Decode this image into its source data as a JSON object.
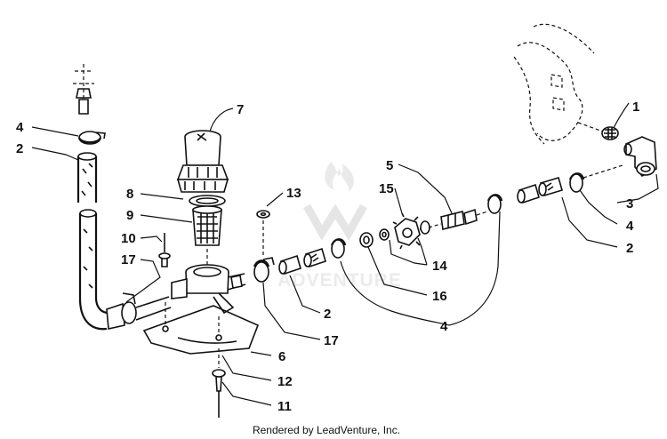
{
  "diagram": {
    "callouts": [
      {
        "id": "c1",
        "text": "1"
      },
      {
        "id": "c2a",
        "text": "2"
      },
      {
        "id": "c2b",
        "text": "2"
      },
      {
        "id": "c2c",
        "text": "2"
      },
      {
        "id": "c3",
        "text": "3"
      },
      {
        "id": "c4a",
        "text": "4"
      },
      {
        "id": "c4b",
        "text": "4"
      },
      {
        "id": "c4c",
        "text": "4"
      },
      {
        "id": "c5",
        "text": "5"
      },
      {
        "id": "c6",
        "text": "6"
      },
      {
        "id": "c7",
        "text": "7"
      },
      {
        "id": "c8",
        "text": "8"
      },
      {
        "id": "c9",
        "text": "9"
      },
      {
        "id": "c10",
        "text": "10"
      },
      {
        "id": "c11",
        "text": "11"
      },
      {
        "id": "c12",
        "text": "12"
      },
      {
        "id": "c13",
        "text": "13"
      },
      {
        "id": "c14",
        "text": "14"
      },
      {
        "id": "c15",
        "text": "15"
      },
      {
        "id": "c16",
        "text": "16"
      },
      {
        "id": "c17a",
        "text": "17"
      },
      {
        "id": "c17b",
        "text": "17"
      }
    ],
    "credit": "Rendered by LeadVenture, Inc.",
    "watermark_text": "ADVENTURE"
  }
}
